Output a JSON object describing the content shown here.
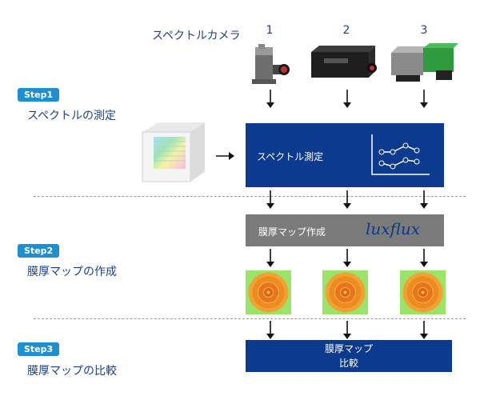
{
  "header": {
    "label": "スペクトルカメラ",
    "cameras": [
      {
        "number": "1",
        "icon": "small-camera-icon"
      },
      {
        "number": "2",
        "icon": "black-camera-icon"
      },
      {
        "number": "3",
        "icon": "green-camera-icon"
      }
    ]
  },
  "step1": {
    "badge": "Step1",
    "title": "スペクトルの測定",
    "box_text": "スペクトル測定",
    "sample_icon": "wafer-holder-icon",
    "chart_icon": "line-graph-icon"
  },
  "step2": {
    "badge": "Step2",
    "title": "膜厚マップの作成",
    "box_text": "膜厚マップ作成",
    "logo_text": "luxflux",
    "map_icon": "thickness-map-icon"
  },
  "step3": {
    "badge": "Step3",
    "title": "膜厚マップの比較",
    "box_line1": "膜厚マップ",
    "box_line2": "比較"
  },
  "colors": {
    "navy": "#0c3a8f",
    "badge_blue": "#1f8fd0",
    "gray_box": "#7b7b7b",
    "title_blue": "#1f3f8a"
  }
}
